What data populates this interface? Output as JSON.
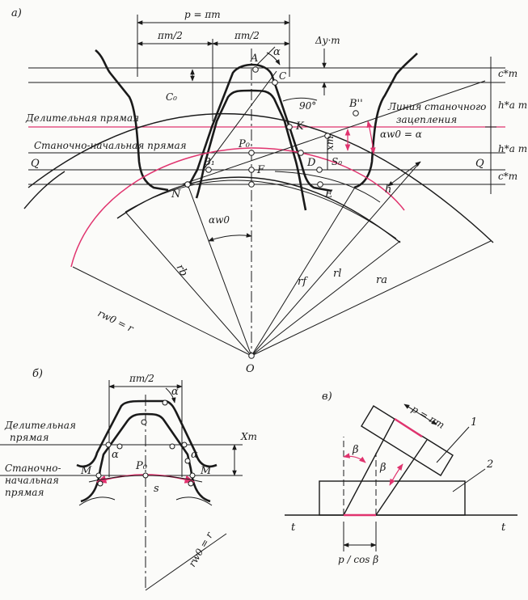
{
  "part_labels": {
    "a": "а)",
    "b": "б)",
    "v": "в)"
  },
  "fig_a": {
    "pitch_line": "Делительная прямая",
    "machine_line": "Станочно-начальная прямая",
    "meshing_line_1": "Линия станочного",
    "meshing_line_2": "зацепления",
    "p": "p = πm",
    "half_pitch_left": "πm/2",
    "half_pitch_right": "πm/2",
    "delta_y": "Δy·m",
    "alpha": "α",
    "angle_90": "90°",
    "c0": "C₀",
    "x_m": "xm",
    "alpha_w0_eq": "αw0 = α",
    "c_star_top": "c*m",
    "ha_star_upper": "h*a m",
    "ha_star_lower": "h*a m",
    "c_star_bottom": "c*m",
    "Q_left": "Q",
    "Q_right": "Q",
    "pt_A": "A",
    "pt_C": "C",
    "pt_K": "K",
    "pt_B2": "B''",
    "pt_P0": "P₀",
    "pt_B1": "B₁",
    "pt_F": "F",
    "pt_D": "D",
    "pt_S0": "S₀",
    "pt_N": "N",
    "pt_E": "E",
    "pt_O": "O",
    "h": "h",
    "alpha_w0": "αw0",
    "r_b": "rb",
    "r_w0_eq": "rw0 = r",
    "r_f": "rf",
    "r_l": "rl",
    "r_a": "ra"
  },
  "fig_b": {
    "half_pitch": "πm/2",
    "alpha": "α",
    "pitch_line_1": "Делительная",
    "pitch_line_2": "прямая",
    "machine_line_1": "Станочно-",
    "machine_line_2": "начальная",
    "machine_line_3": "прямая",
    "x_m": "Xm",
    "pt_M_left": "M",
    "pt_M_right": "M",
    "pt_P0": "P₀",
    "s": "s",
    "alpha_left": "α",
    "alpha_right": "α",
    "r_w0_eq": "rw0 = r"
  },
  "fig_v": {
    "p": "p = πm",
    "beta_left": "β",
    "beta_right": "β",
    "num_1": "1",
    "num_2": "2",
    "t_left": "t",
    "t_right": "t",
    "p_cos": "p / cos β"
  },
  "colors": {
    "accent": "#e0336e",
    "ink": "#1a1a1a",
    "paper": "#fbfbf9"
  }
}
